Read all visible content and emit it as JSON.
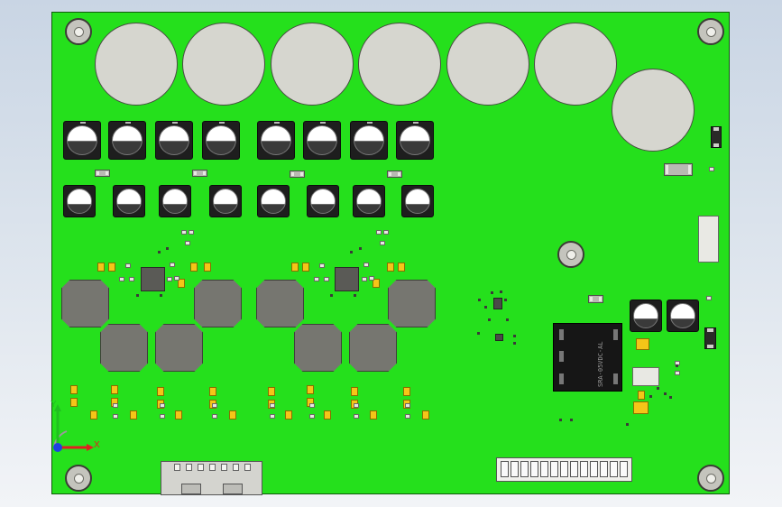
{
  "view": {
    "triad": {
      "x_label": "X",
      "y_label": "Y"
    }
  },
  "components": {
    "relay_marking": "SRA-05VDC-AL"
  },
  "colors": {
    "board": "#25e01c",
    "background_top": "#c9d5e4",
    "background_bottom": "#f2f4f7",
    "pad_yellow": "#f5c518",
    "axis_x": "#e02020",
    "axis_y": "#20c020",
    "axis_z": "#2040e0"
  }
}
